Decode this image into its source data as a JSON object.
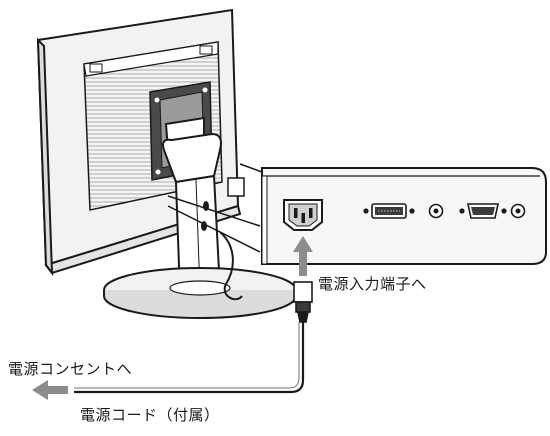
{
  "labels": {
    "power_input_terminal": "電源入力端子へ",
    "power_outlet": "電源コンセントへ",
    "power_cord_supplied": "電源コード（付属）"
  },
  "colors": {
    "line": "#1a1a1a",
    "arrow": "#8c8c8c",
    "monitor_back": "#f2f2f2",
    "panel": "#f7f7f7"
  }
}
